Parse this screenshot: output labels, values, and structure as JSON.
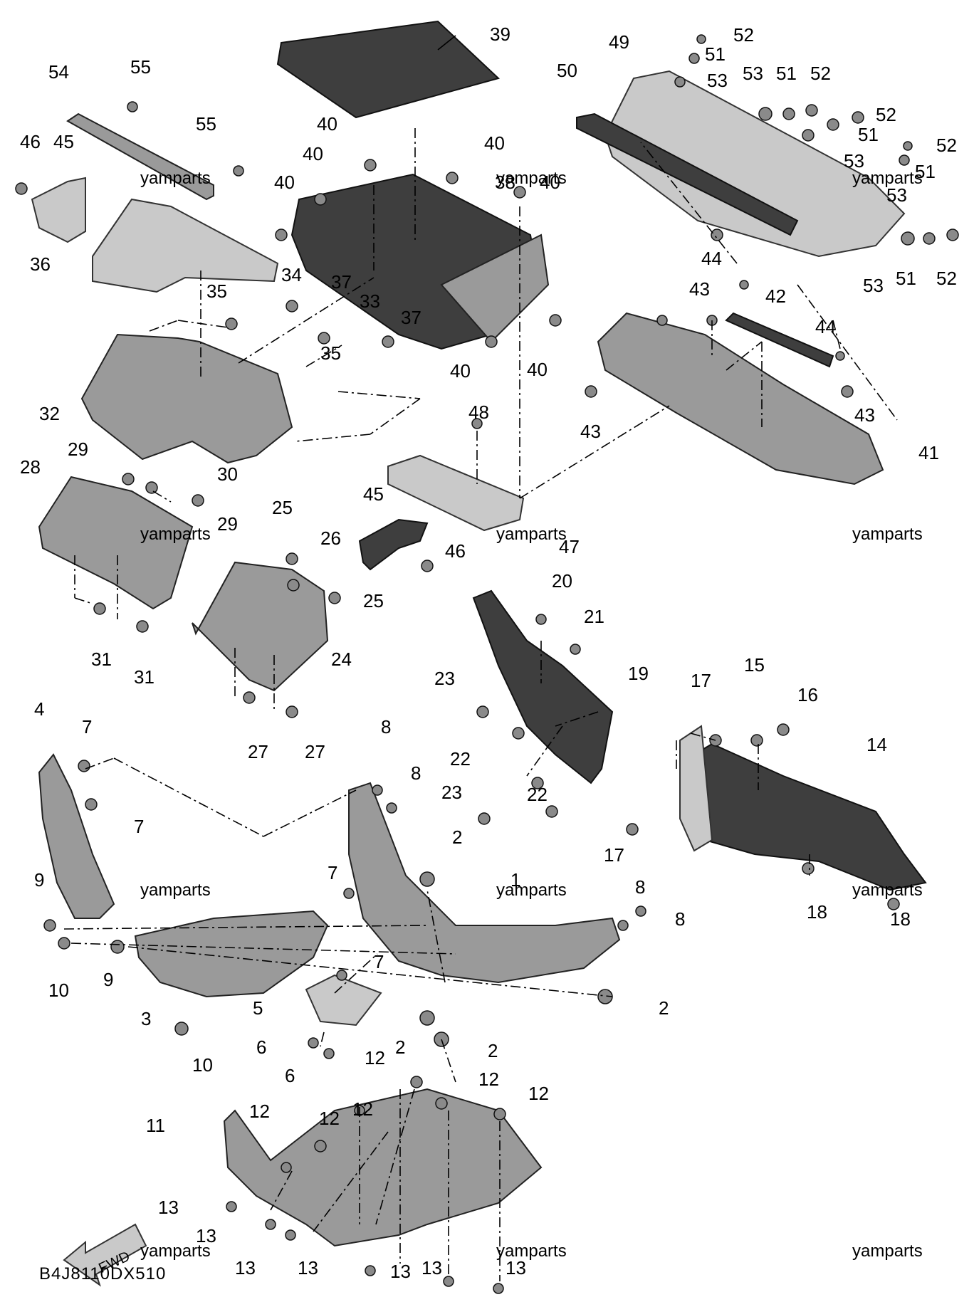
{
  "diagram": {
    "callouts": [
      "1",
      "2",
      "2",
      "2",
      "2",
      "3",
      "4",
      "5",
      "6",
      "6",
      "7",
      "7",
      "7",
      "7",
      "8",
      "8",
      "8",
      "8",
      "9",
      "9",
      "10",
      "10",
      "11",
      "12",
      "12",
      "12",
      "12",
      "12",
      "12",
      "13",
      "13",
      "13",
      "13",
      "13",
      "13",
      "13",
      "14",
      "15",
      "16",
      "17",
      "17",
      "18",
      "18",
      "19",
      "20",
      "21",
      "22",
      "22",
      "23",
      "23",
      "24",
      "25",
      "25",
      "26",
      "27",
      "27",
      "28",
      "29",
      "29",
      "30",
      "31",
      "31",
      "32",
      "33",
      "34",
      "35",
      "35",
      "36",
      "37",
      "37",
      "38",
      "39",
      "40",
      "40",
      "40",
      "40",
      "40",
      "40",
      "40",
      "41",
      "42",
      "43",
      "43",
      "43",
      "44",
      "44",
      "45",
      "45",
      "46",
      "46",
      "47",
      "48",
      "49",
      "50",
      "51",
      "51",
      "51",
      "51",
      "51",
      "52",
      "52",
      "52",
      "52",
      "52",
      "53",
      "53",
      "53",
      "53",
      "53",
      "54",
      "55",
      "55"
    ],
    "watermark": "yamparts",
    "diagram_code": "B4J8110DX510",
    "direction_label": "FWD"
  }
}
